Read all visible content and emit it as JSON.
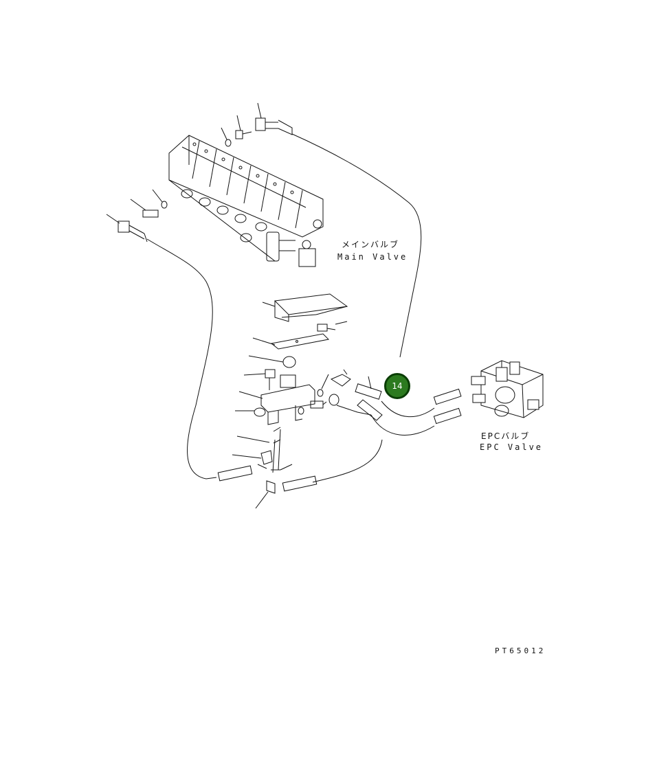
{
  "labels": {
    "main_valve_jp": "メインバルブ",
    "main_valve_en": "Main Valve",
    "epc_valve_jp": "EPCバルブ",
    "epc_valve_en": "EPC Valve",
    "drawing_code": "PT65012"
  },
  "callout": {
    "number": "14",
    "fill_color": "#2c7a1f",
    "ring_color": "#0a3d05"
  },
  "colors": {
    "line": "#111111",
    "background": "#ffffff"
  }
}
